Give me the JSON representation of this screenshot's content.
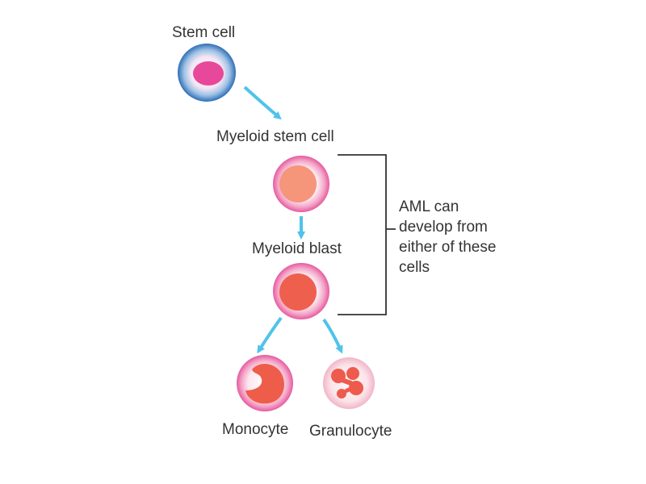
{
  "labels": {
    "stem_cell": "Stem cell",
    "myeloid_stem_cell": "Myeloid stem cell",
    "myeloid_blast": "Myeloid blast",
    "monocyte": "Monocyte",
    "granulocyte": "Granulocyte"
  },
  "annotation": {
    "lines": [
      "AML can",
      "develop from",
      "either of these",
      "cells"
    ]
  },
  "colors": {
    "arrow": "#4fc3ea",
    "bracket": "#333333",
    "stem_membrane": "#3f7fc0",
    "stem_nucleus": "#e8489a",
    "myeloid_nucleus": "#f59579",
    "blast_nucleus": "#ef5f4e",
    "mono_nucleus": "#ee5d4a",
    "granulocyte_nucleus": "#ee5a4c",
    "cell_rim": "#ee6fab",
    "cell_fill": "#fbeaf2"
  }
}
